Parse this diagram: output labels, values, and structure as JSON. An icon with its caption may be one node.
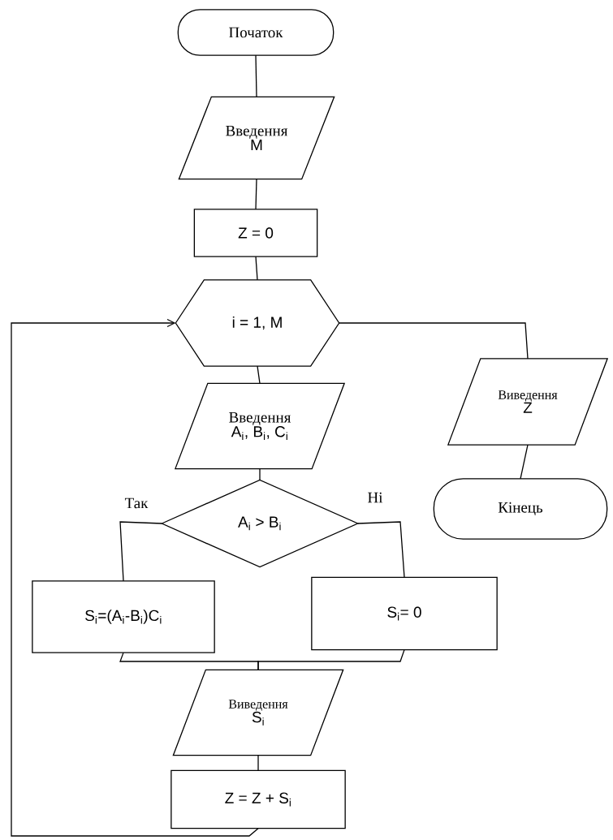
{
  "diagram": {
    "nodes": [
      {
        "text": [
          "Початок"
        ]
      },
      {
        "text": [
          "Введення",
          "M"
        ]
      },
      {
        "text": [
          "Z = 0"
        ]
      },
      {
        "text": [
          "i = 1, M"
        ]
      },
      {
        "text": [
          "Введення",
          "A$_{i}$, B$_{i}$, C$_{i}$"
        ]
      },
      {
        "text": [
          "A$_{i}$ > B$_{i}$"
        ]
      },
      {
        "text": [
          "S$_{i}$=(A$_{i}$-B$_{i}$)C$_{i}$"
        ]
      },
      {
        "text": [
          "S$_{i}$= 0"
        ]
      },
      {
        "text": [
          "Виведення",
          "S$_{i}$"
        ]
      },
      {
        "text": [
          "Z = Z + S$_{i}$"
        ]
      },
      {
        "text": [
          "Виведення",
          "Z"
        ]
      },
      {
        "text": [
          "Кінець"
        ]
      }
    ],
    "edges": [
      {
        "from": 0,
        "to": 1,
        "arrow": "none"
      },
      {
        "from": 1,
        "to": 2,
        "arrow": "none"
      },
      {
        "from": 2,
        "to": 3,
        "arrow": "none"
      },
      {
        "from": 3,
        "to": 4,
        "arrow": "none"
      },
      {
        "from": 4,
        "to": 5,
        "arrow": "none"
      },
      {
        "from": 5,
        "to": 6,
        "label": "Так",
        "arrow": "none"
      },
      {
        "from": 5,
        "to": 7,
        "label": "Ні",
        "arrow": "none"
      },
      {
        "from": 6,
        "to": 8,
        "arrow": "none"
      },
      {
        "from": 7,
        "to": 8,
        "arrow": "none"
      },
      {
        "from": 8,
        "to": 9,
        "arrow": "none"
      },
      {
        "from": 9,
        "to": 3,
        "arrow": "to"
      },
      {
        "from": 3,
        "to": 10,
        "arrow": "none"
      },
      {
        "from": 10,
        "to": 11,
        "arrow": "none"
      }
    ]
  }
}
